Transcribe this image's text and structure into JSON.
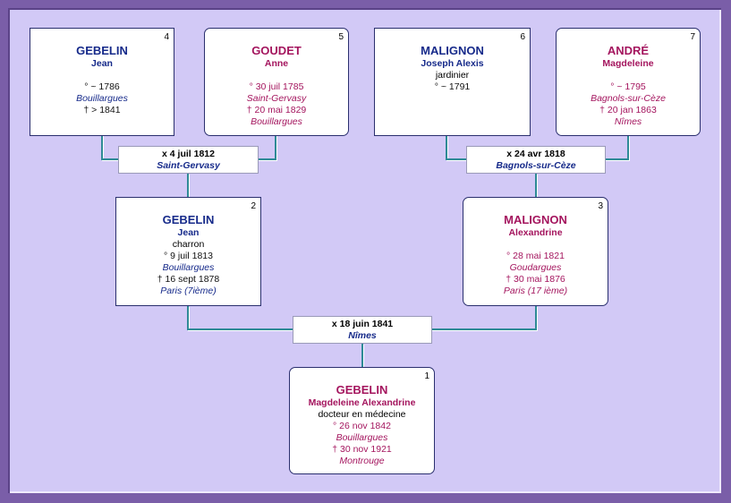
{
  "persons": {
    "p1": {
      "num": "1",
      "surname": "GEBELIN",
      "given": "Magdeleine Alexandrine",
      "occupation": "docteur en médecine",
      "birth": "° 26 nov 1842",
      "birth_place": "Bouillargues",
      "death": "† 30 nov 1921",
      "death_place": "Montrouge"
    },
    "p2": {
      "num": "2",
      "surname": "GEBELIN",
      "given": "Jean",
      "occupation": "charron",
      "birth": "° 9 juil 1813",
      "birth_place": "Bouillargues",
      "death": "† 16 sept 1878",
      "death_place": "Paris (7ième)"
    },
    "p3": {
      "num": "3",
      "surname": "MALIGNON",
      "given": "Alexandrine",
      "birth": "° 28 mai 1821",
      "birth_place": "Goudargues",
      "death": "† 30 mai 1876",
      "death_place": "Paris (17 ième)"
    },
    "p4": {
      "num": "4",
      "surname": "GEBELIN",
      "given": "Jean",
      "birth": "° ~ 1786",
      "birth_place": "Bouillargues",
      "death": "† > 1841"
    },
    "p5": {
      "num": "5",
      "surname": "GOUDET",
      "given": "Anne",
      "birth": "° 30 juil 1785",
      "birth_place": "Saint-Gervasy",
      "death": "† 20 mai 1829",
      "death_place": "Bouillargues"
    },
    "p6": {
      "num": "6",
      "surname": "MALIGNON",
      "given": "Joseph Alexis",
      "occupation": "jardinier",
      "birth": "° ~ 1791"
    },
    "p7": {
      "num": "7",
      "surname": "ANDRÉ",
      "given": "Magdeleine",
      "birth": "° ~ 1795",
      "birth_place": "Bagnols-sur-Cèze",
      "death": "† 20 jan 1863",
      "death_place": "Nîmes"
    }
  },
  "marriages": {
    "m_left": {
      "date": "x 4 juil 1812",
      "place": "Saint-Gervasy"
    },
    "m_right": {
      "date": "x 24 avr 1818",
      "place": "Bagnols-sur-Cèze"
    },
    "m_bottom": {
      "date": "x 18 juin 1841",
      "place": "Nîmes"
    }
  },
  "colors": {
    "male": "#162a8a",
    "female": "#a4155e",
    "connector": "#2e8a96",
    "background": "#d2c9f6",
    "frame": "#7a5ea8"
  }
}
